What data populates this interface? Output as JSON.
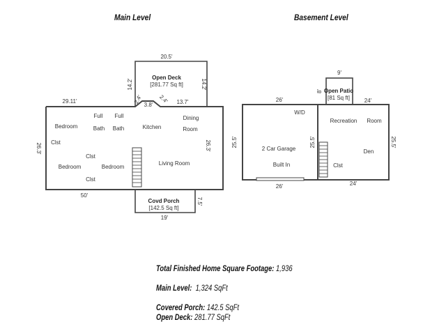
{
  "titles": {
    "main": "Main Level",
    "basement": "Basement Level"
  },
  "main_level": {
    "open_deck": {
      "name": "Open Deck",
      "area": "[281.77 Sq ft]",
      "width": "20.5'",
      "left_depth": "14.2'",
      "right_depth": "14.2'"
    },
    "covered_porch": {
      "name": "Covd Porch",
      "area": "[142.5 Sq ft]",
      "width": "19'",
      "depth": "7.5'"
    },
    "dimensions": {
      "top_left": "29.11'",
      "bump_left": "2.4'",
      "bump_mid": "3.8'",
      "bump_right": "2.4'",
      "top_right": "13.7'",
      "left_side": "26.3'",
      "right_side": "26.3'",
      "bottom": "50'"
    },
    "rooms": {
      "bedroom_top": "Bedroom",
      "closet_left": "Clst",
      "bedroom_bottom": "Bedroom",
      "full_1": "Full",
      "bath_1": "Bath",
      "full_2": "Full",
      "bath_2": "Bath",
      "closet_mid": "Clst",
      "closet_bottom": "Clst",
      "bedroom_mid": "Bedroom",
      "kitchen": "Kitchen",
      "dining_1": "Dining",
      "dining_2": "Room",
      "living": "Living Room"
    }
  },
  "basement_level": {
    "open_patio": {
      "name": "Open Patio",
      "area": "[81 Sq ft]",
      "width": "9'"
    },
    "dimensions": {
      "garage_top": "26'",
      "rec_top": "24'",
      "left_side": "25.5'",
      "mid_side": "25.5'",
      "right_side": "25.5'",
      "garage_bottom": "26'",
      "rec_bottom": "24'",
      "patio_side": "8'"
    },
    "rooms": {
      "wd": "W/D",
      "garage": "2 Car Garage",
      "built_in": "Built In",
      "recreation_1": "Recreation",
      "recreation_2": "Room",
      "den": "Den",
      "closet": "Clst"
    }
  },
  "summary": {
    "total_label": "Total Finished Home Square Footage:",
    "total_value": "1,936",
    "main_label": "Main Level:",
    "main_value": "1,324 SqFt",
    "porch_label": "Covered Porch:",
    "porch_value": "142.5 SqFt",
    "deck_label": "Open Deck:",
    "deck_value": "281.77 SqFt"
  }
}
